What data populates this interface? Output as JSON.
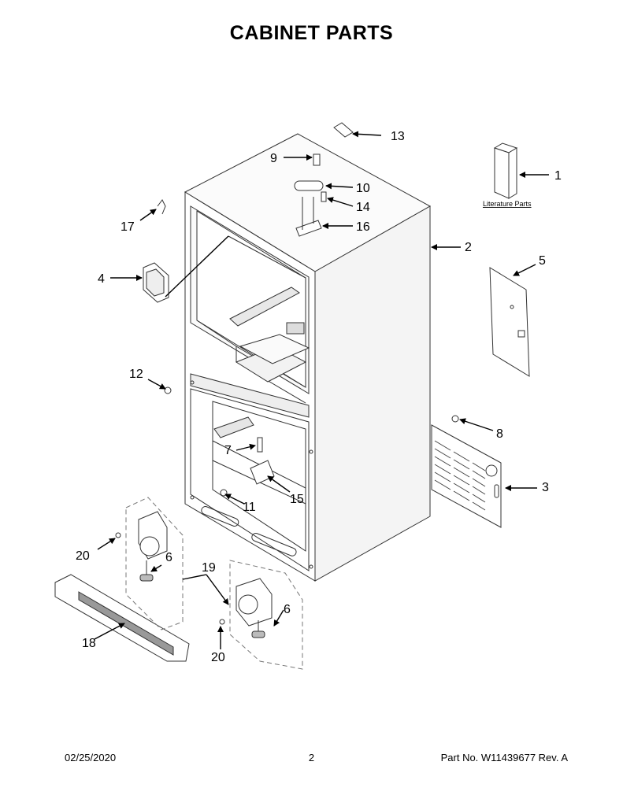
{
  "title": "CABINET PARTS",
  "callouts": {
    "c1": "1",
    "c2": "2",
    "c3": "3",
    "c4": "4",
    "c5": "5",
    "c6a": "6",
    "c6b": "6",
    "c7": "7",
    "c8": "8",
    "c9": "9",
    "c10": "10",
    "c11": "11",
    "c12": "12",
    "c13": "13",
    "c14": "14",
    "c15": "15",
    "c16": "16",
    "c17": "17",
    "c18": "18",
    "c19": "19",
    "c20a": "20",
    "c20b": "20"
  },
  "literature_label": "Literature Parts",
  "footer": {
    "date": "02/25/2020",
    "page": "2",
    "part_no": "Part No.  W11439677  Rev.  A"
  }
}
